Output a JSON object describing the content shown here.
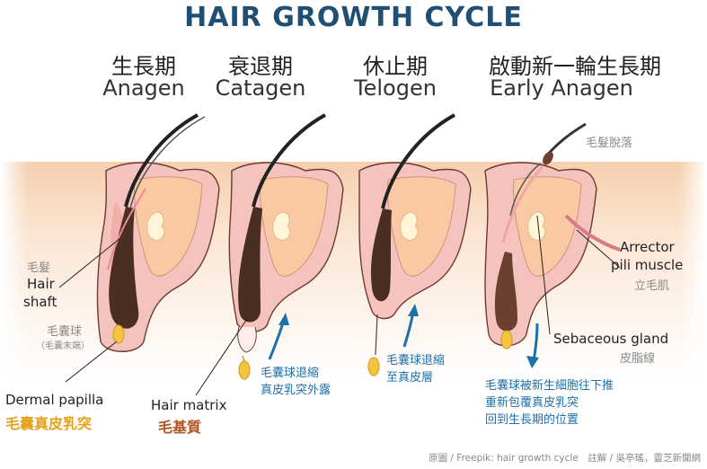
{
  "title": "HAIR GROWTH CYCLE",
  "stages": [
    {
      "cn": "生長期",
      "en": "Anagen"
    },
    {
      "cn": "衰退期",
      "en": "Catagen"
    },
    {
      "cn": "休止期",
      "en": "Telogen"
    },
    {
      "cn": "啟動新一輪生長期",
      "en": "Early Anagen"
    }
  ],
  "labels": {
    "hair_shaft_cn": "毛髮",
    "hair_shaft_en_1": "Hair",
    "hair_shaft_en_2": "shaft",
    "follicle_bulb_cn": "毛囊球",
    "follicle_bulb_sub": "（毛囊末端）",
    "dermal_papilla_en": "Dermal papilla",
    "dermal_papilla_cn": "毛囊真皮乳突",
    "hair_matrix_en": "Hair matrix",
    "hair_matrix_cn": "毛基質",
    "hair_shed_cn": "毛髮脫落",
    "arrector_en_1": "Arrector",
    "arrector_en_2": "pili muscle",
    "arrector_cn": "立毛肌",
    "sebaceous_en": "Sebaceous gland",
    "sebaceous_cn": "皮脂線"
  },
  "notes": {
    "catagen_1": "毛囊球退縮",
    "catagen_2": "真皮乳突外露",
    "telogen_1": "毛囊球退縮",
    "telogen_2": "至真皮層",
    "early_1": "毛囊球被新生細胞往下推",
    "early_2": "重新包覆真皮乳突",
    "early_3": "回到生長期的位置"
  },
  "credit": "原圖 / Freepik: hair growth cycle　註解 / 吳亭瑤，靈芝新聞網",
  "colors": {
    "title": "#1f4f73",
    "skin": "#f8d9bf",
    "follicle": "#f2b8b4",
    "hair": "#4a2e22",
    "papilla": "#f5c542",
    "arrow": "#1f6fa8",
    "orange_label": "#e6a11a",
    "brown_label": "#b3541e"
  }
}
